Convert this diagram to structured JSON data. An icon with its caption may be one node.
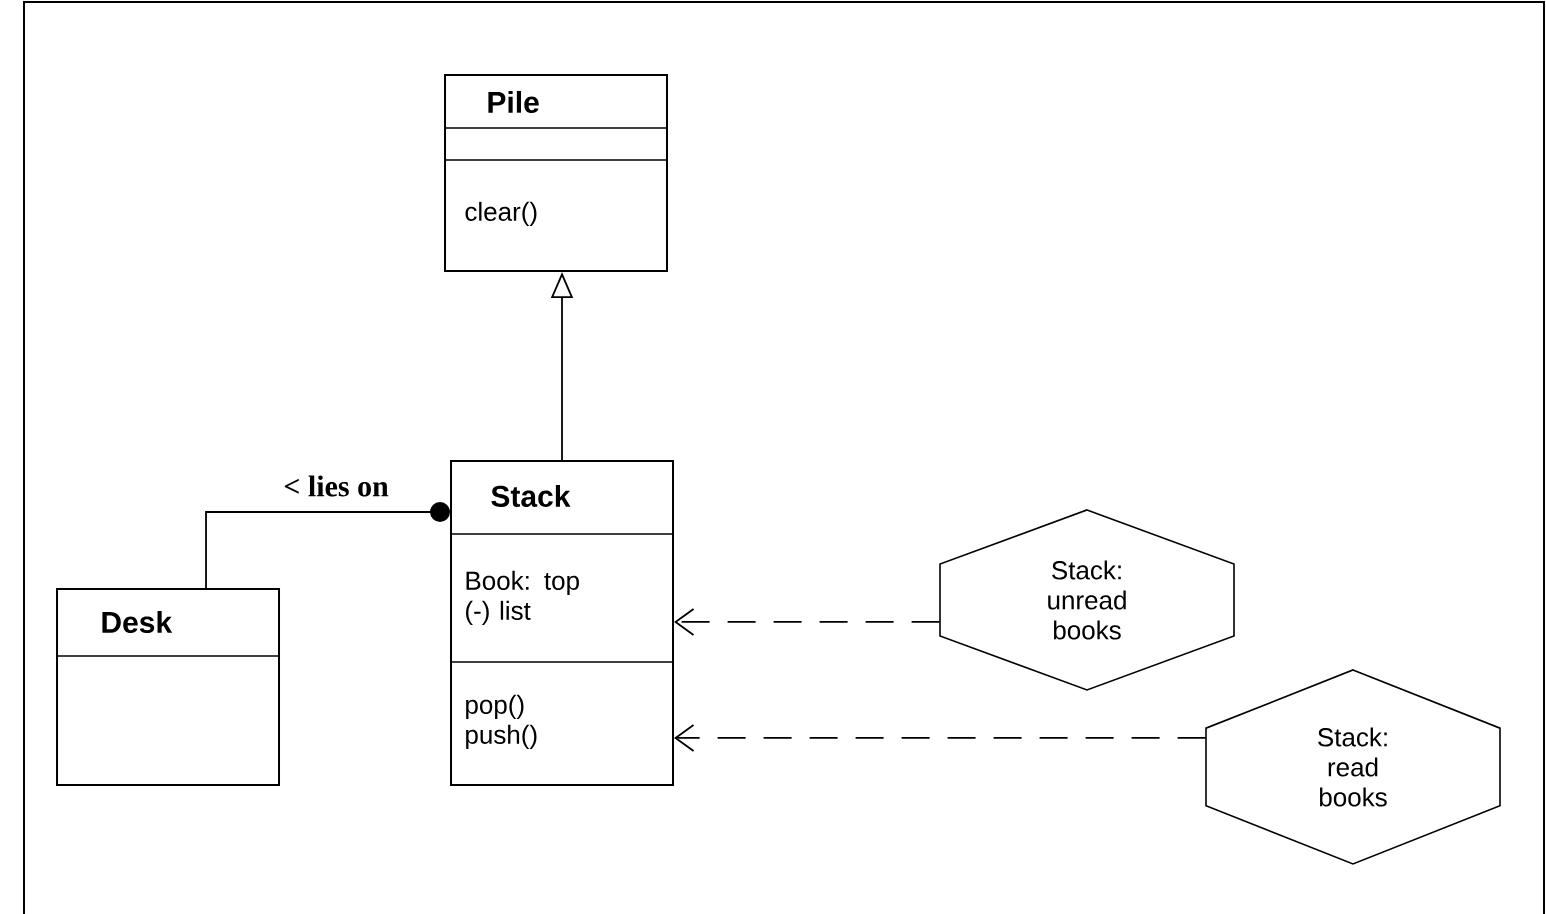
{
  "diagram": {
    "nodes": [
      {
        "text": [
          "Pile",
          "clear()"
        ]
      },
      {
        "text": [
          "Stack",
          "Book: top (-) list",
          "pop() push()"
        ]
      },
      {
        "text": [
          "Desk"
        ]
      },
      {
        "text": [
          "Stack: unread books"
        ]
      },
      {
        "text": [
          "Stack: read books"
        ]
      }
    ],
    "edges": [
      {
        "from": 1,
        "to": 0,
        "arrow": "to"
      },
      {
        "from": 2,
        "to": 1,
        "arrow": "other",
        "label": "< lies on"
      },
      {
        "from": 3,
        "to": 1,
        "arrow": "to",
        "style": "dashed"
      },
      {
        "from": 4,
        "to": 1,
        "arrow": "to",
        "style": "dashed"
      }
    ]
  }
}
